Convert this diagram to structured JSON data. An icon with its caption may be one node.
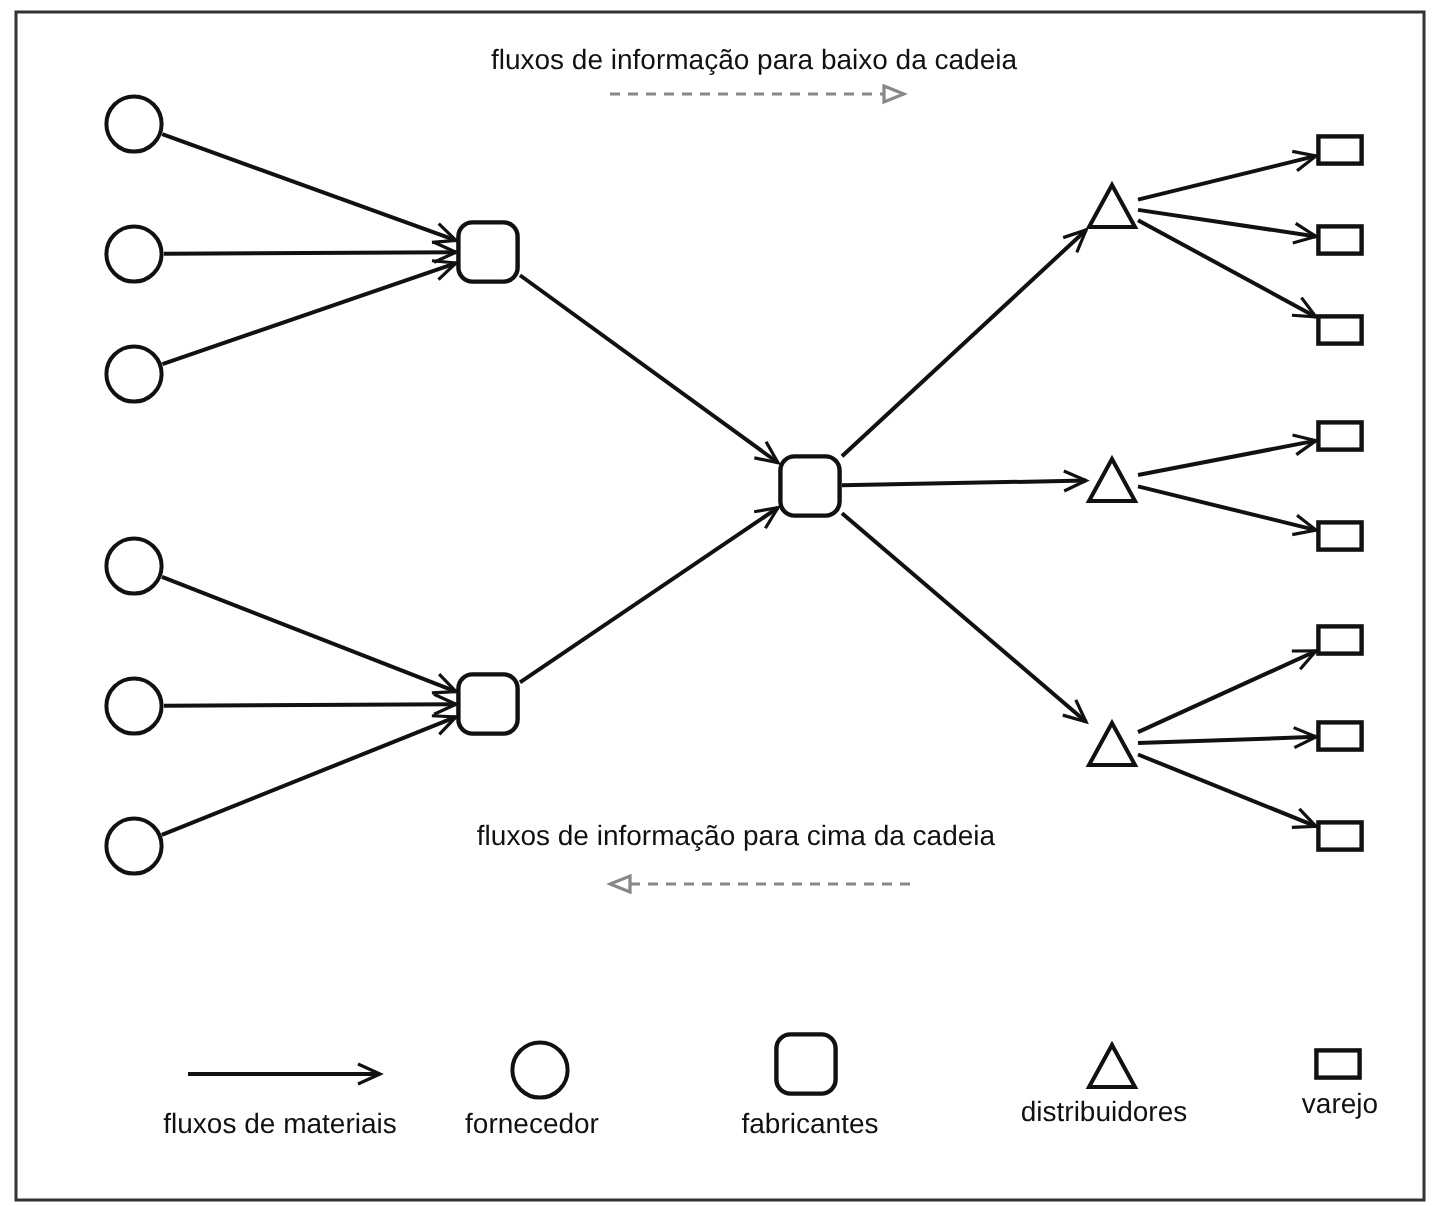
{
  "diagram": {
    "nodes": [
      {
        "text": [],
        "shape": "circle"
      },
      {
        "text": [],
        "shape": "circle"
      },
      {
        "text": [],
        "shape": "circle"
      },
      {
        "text": [],
        "shape": "circle"
      },
      {
        "text": [],
        "shape": "circle"
      },
      {
        "text": [],
        "shape": "circle"
      },
      {
        "text": [],
        "shape": "box"
      },
      {
        "text": [],
        "shape": "box"
      },
      {
        "text": [],
        "shape": "box"
      },
      {
        "text": [],
        "shape": "triangle"
      },
      {
        "text": [],
        "shape": "triangle"
      },
      {
        "text": [],
        "shape": "triangle"
      },
      {
        "text": [],
        "shape": "box"
      },
      {
        "text": [],
        "shape": "box"
      },
      {
        "text": [],
        "shape": "box"
      },
      {
        "text": [],
        "shape": "box"
      },
      {
        "text": [],
        "shape": "box"
      },
      {
        "text": [],
        "shape": "box"
      },
      {
        "text": [],
        "shape": "box"
      },
      {
        "text": [],
        "shape": "box"
      }
    ],
    "edges": [
      {
        "from": 0,
        "to": 6,
        "arrow": "to"
      },
      {
        "from": 1,
        "to": 6,
        "arrow": "to"
      },
      {
        "from": 2,
        "to": 6,
        "arrow": "to"
      },
      {
        "from": 3,
        "to": 7,
        "arrow": "to"
      },
      {
        "from": 4,
        "to": 7,
        "arrow": "to"
      },
      {
        "from": 5,
        "to": 7,
        "arrow": "to"
      },
      {
        "from": 6,
        "to": 8,
        "arrow": "to"
      },
      {
        "from": 7,
        "to": 8,
        "arrow": "to"
      },
      {
        "from": 8,
        "to": 9,
        "arrow": "to"
      },
      {
        "from": 8,
        "to": 10,
        "arrow": "to"
      },
      {
        "from": 8,
        "to": 11,
        "arrow": "to"
      },
      {
        "from": 9,
        "to": 12,
        "arrow": "to"
      },
      {
        "from": 9,
        "to": 13,
        "arrow": "to"
      },
      {
        "from": 9,
        "to": 14,
        "arrow": "to"
      },
      {
        "from": 10,
        "to": 15,
        "arrow": "to"
      },
      {
        "from": 10,
        "to": 16,
        "arrow": "to"
      },
      {
        "from": 11,
        "to": 17,
        "arrow": "to"
      },
      {
        "from": 11,
        "to": 18,
        "arrow": "to"
      },
      {
        "from": 11,
        "to": 19,
        "arrow": "to"
      }
    ],
    "labels": [
      "fluxos de informação para baixo da cadeia",
      "fluxos de informação para cima da cadeia"
    ],
    "legend": [
      {
        "text": "fluxos de materiais"
      },
      {
        "text": "fornecedor"
      },
      {
        "text": "fabricantes"
      },
      {
        "text": "distribuidores"
      },
      {
        "text": "varejo"
      }
    ]
  }
}
